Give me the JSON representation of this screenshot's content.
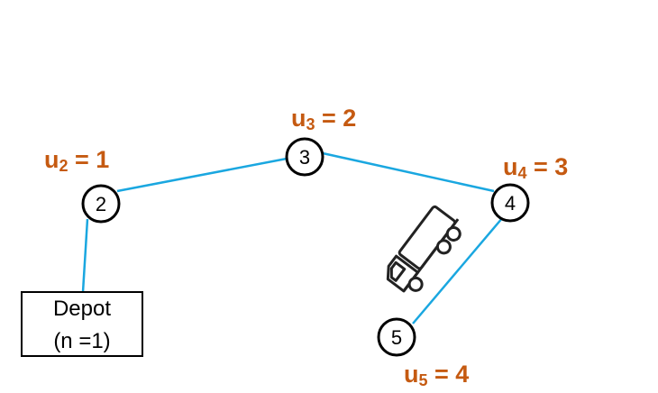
{
  "colors": {
    "edge": "#1aa7e0",
    "label": "#c55a11",
    "node_stroke": "#000000"
  },
  "depot": {
    "line1": "Depot",
    "line2": "(n =1)"
  },
  "nodes": [
    {
      "id": "2",
      "label": "2",
      "u_var": "u",
      "u_sub": "2",
      "u_eq": " = 1"
    },
    {
      "id": "3",
      "label": "3",
      "u_var": "u",
      "u_sub": "3",
      "u_eq": " = 2"
    },
    {
      "id": "4",
      "label": "4",
      "u_var": "u",
      "u_sub": "4",
      "u_eq": " = 3"
    },
    {
      "id": "5",
      "label": "5",
      "u_var": "u",
      "u_sub": "5",
      "u_eq": " = 4"
    }
  ],
  "icons": {
    "vehicle": "truck-icon"
  }
}
